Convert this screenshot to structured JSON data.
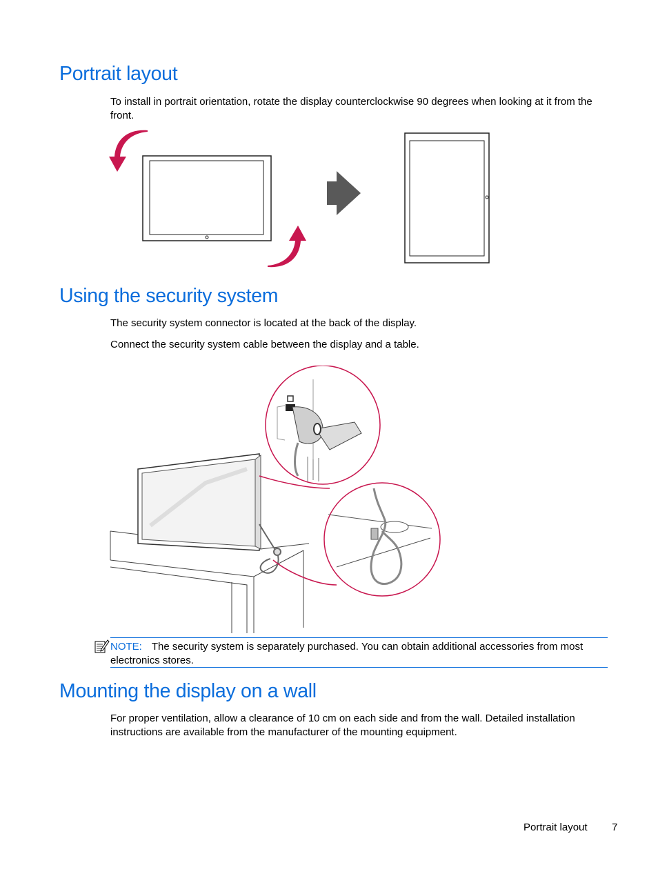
{
  "sections": {
    "portrait": {
      "title": "Portrait layout",
      "body": "To install in portrait orientation, rotate the display counterclockwise 90 degrees when looking at it from the front."
    },
    "security": {
      "title": "Using the security system",
      "para1": "The security system connector is located at the back of the display.",
      "para2": "Connect the security system cable between the display and a table."
    },
    "note": {
      "label": "NOTE:",
      "text": "The security system is separately purchased. You can obtain additional accessories from most electronics stores."
    },
    "wall": {
      "title": "Mounting the display on a wall",
      "body": "For proper ventilation, allow a clearance of 10 cm on each side and from the wall. Detailed installation instructions are available from the manufacturer of the mounting equipment."
    }
  },
  "footer": {
    "section_name": "Portrait layout",
    "page_number": "7"
  },
  "colors": {
    "heading": "#0a6ddc",
    "arrow_rotate": "#c8174f",
    "arrow_gray": "#595959"
  }
}
